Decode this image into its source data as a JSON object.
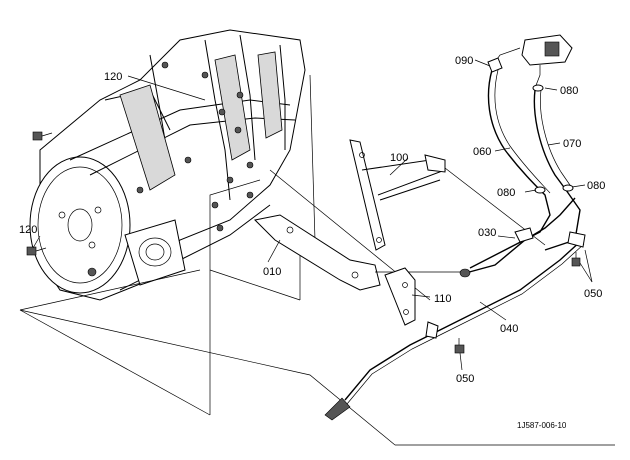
{
  "parts": {
    "p010": "010",
    "p030": "030",
    "p040": "040",
    "p050a": "050",
    "p050b": "050",
    "p060": "060",
    "p070": "070",
    "p080a": "080",
    "p080b": "080",
    "p080c": "080",
    "p090": "090",
    "p100": "100",
    "p110": "110",
    "p120a": "120",
    "p120b": "120"
  },
  "drawing_code": "1J587-006-10"
}
